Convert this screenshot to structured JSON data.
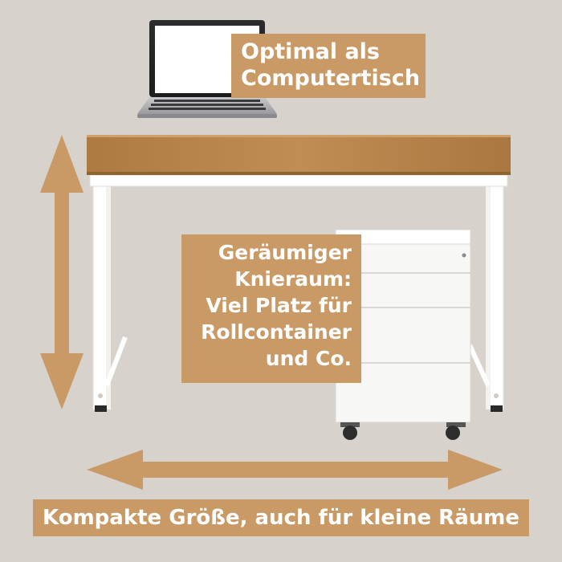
{
  "labels": {
    "top": {
      "lines": [
        "Optimal als",
        "Computertisch"
      ]
    },
    "middle": {
      "lines": [
        "Geräumiger",
        "Knieraum:",
        "Viel Platz für",
        "Rollcontainer",
        "und Co."
      ]
    },
    "bottom": {
      "text": "Kompakte Größe, auch für kleine Räume"
    }
  },
  "colors": {
    "background": "#d7d3cc",
    "accent": "#c99a66",
    "label_text": "#ffffff",
    "desk_top": "#b5834a",
    "frame": "#ffffff"
  },
  "icons": {
    "vertical_arrow": "double-arrow-vertical",
    "horizontal_arrow": "double-arrow-horizontal"
  }
}
